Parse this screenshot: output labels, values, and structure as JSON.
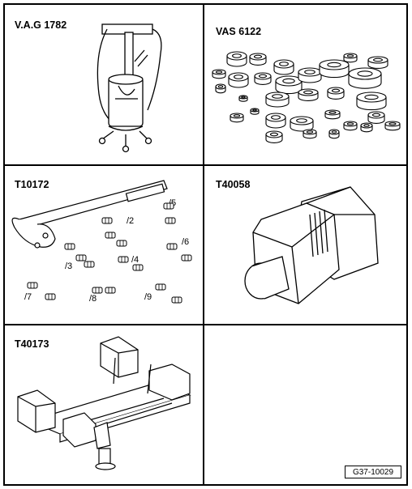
{
  "tools": [
    {
      "id": "vag-1782",
      "label": "V.A.G 1782"
    },
    {
      "id": "vas-6122",
      "label": "VAS 6122"
    },
    {
      "id": "t10172",
      "label": "T10172",
      "parts": [
        "/2",
        "/3",
        "/4",
        "/5",
        "/6",
        "/7",
        "/8",
        "/9"
      ]
    },
    {
      "id": "t40058",
      "label": "T40058"
    },
    {
      "id": "t40173",
      "label": "T40173"
    },
    {
      "id": "empty",
      "label": ""
    }
  ],
  "figure_id": "G37-10029"
}
